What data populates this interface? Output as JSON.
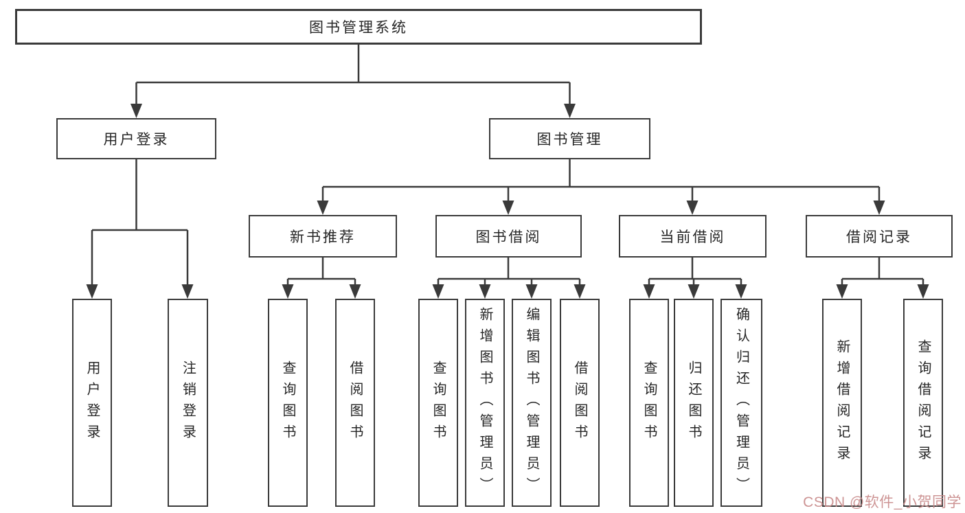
{
  "tree": {
    "root": "图书管理系统",
    "branches": [
      {
        "label": "用户登录",
        "children": [
          "用户登录",
          "注销登录"
        ]
      },
      {
        "label": "图书管理",
        "sections": [
          {
            "label": "新书推荐",
            "children": [
              "查询图书",
              "借阅图书"
            ]
          },
          {
            "label": "图书借阅",
            "children": [
              "查询图书",
              "新增图书（管理员）",
              "编辑图书（管理员）",
              "借阅图书"
            ]
          },
          {
            "label": "当前借阅",
            "children": [
              "查询图书",
              "归还图书",
              "确认归还（管理员）"
            ]
          },
          {
            "label": "借阅记录",
            "children": [
              "新增借阅记录",
              "查询借阅记录"
            ]
          }
        ]
      }
    ]
  },
  "watermark": "CSDN @软件_小贺同学",
  "colors": {
    "line": "#3a3a3a",
    "text": "#262626",
    "background": "#ffffff",
    "watermark": "#c98b8b"
  }
}
